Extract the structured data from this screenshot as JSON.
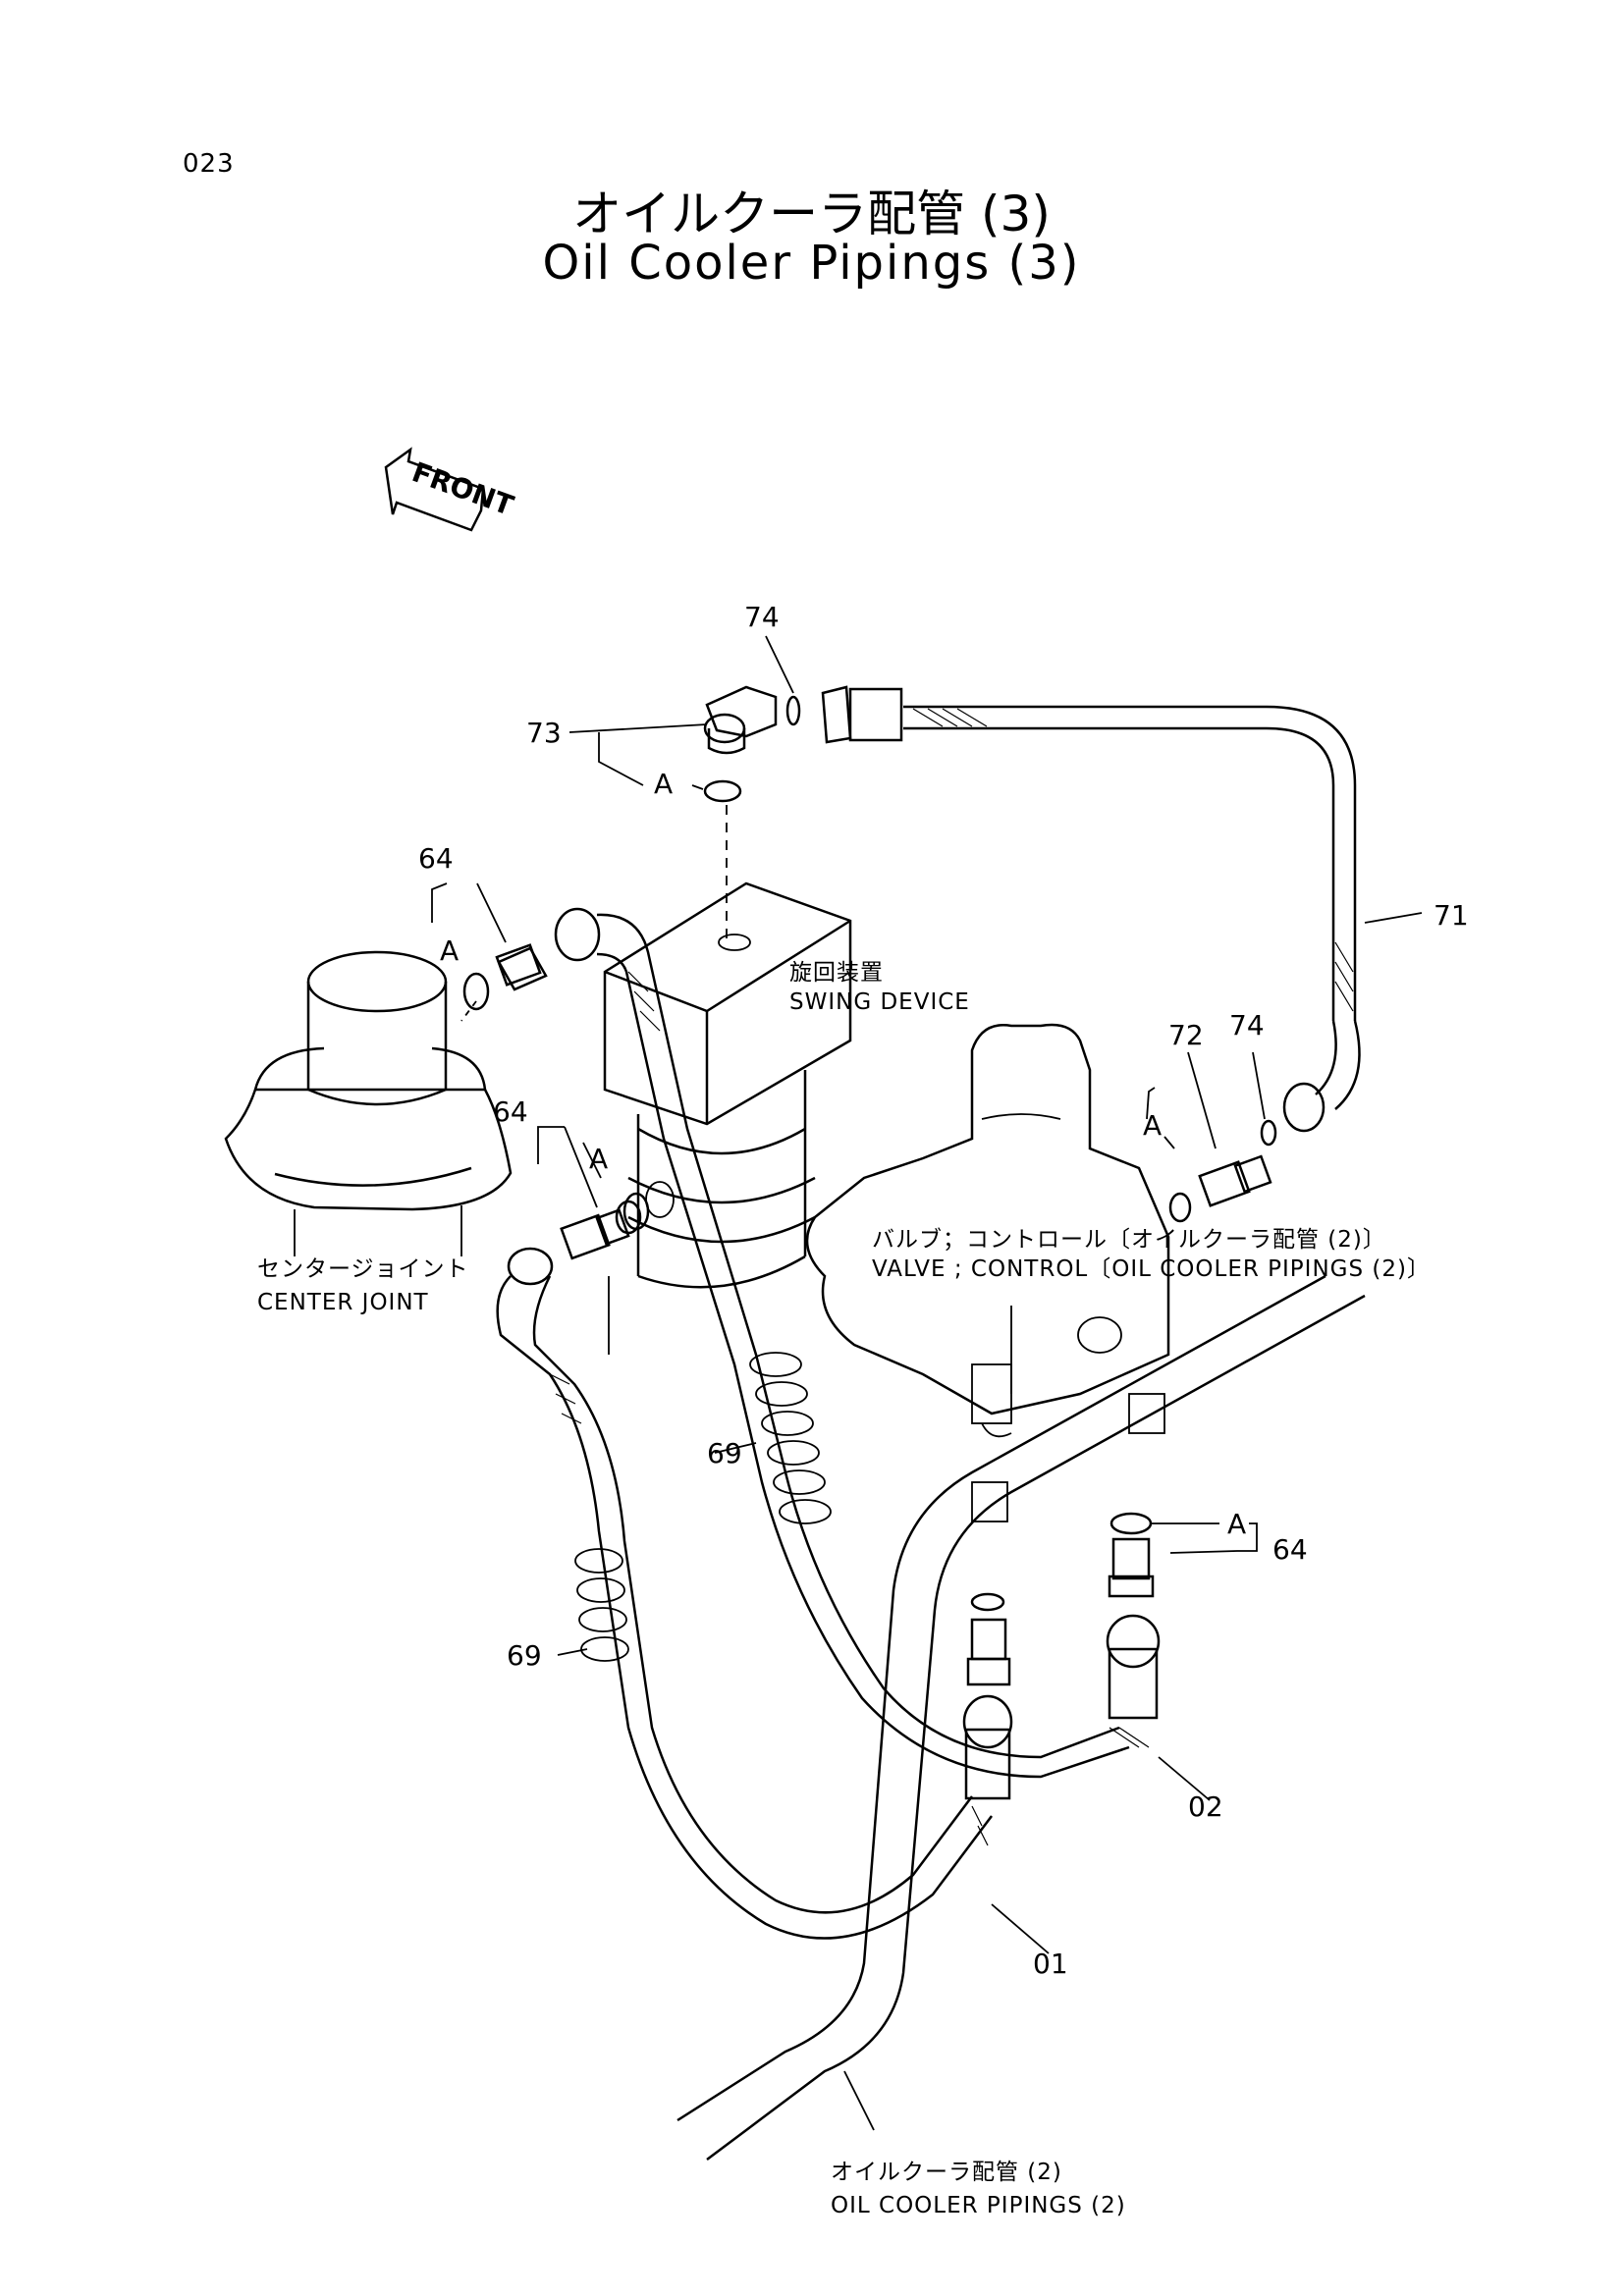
{
  "page_number": "023",
  "title_jp": "オイルクーラ配管 (3)",
  "title_en": "Oil Cooler Pipings (3)",
  "front_label": "FRONT",
  "parts": {
    "p74_top": "74",
    "p73": "73",
    "p71": "71",
    "p64_a": "64",
    "p64_b": "64",
    "p64_c": "64",
    "p72": "72",
    "p74_right": "74",
    "p69_a": "69",
    "p69_b": "69",
    "p02": "02",
    "p01": "01"
  },
  "ref_marks": {
    "a1": "A",
    "a2": "A",
    "a3": "A",
    "a4": "A",
    "a5": "A"
  },
  "callouts": {
    "swing_jp": "旋回装置",
    "swing_en": "SWING DEVICE",
    "valve_jp": "バルブ；コントロール〔オイルクーラ配管 (2)〕",
    "valve_en": "VALVE ; CONTROL〔OIL COOLER PIPINGS (2)〕",
    "center_jp": "センタージョイント",
    "center_en": "CENTER JOINT",
    "piping2_jp": "オイルクーラ配管 (2)",
    "piping2_en": "OIL COOLER PIPINGS (2)"
  }
}
